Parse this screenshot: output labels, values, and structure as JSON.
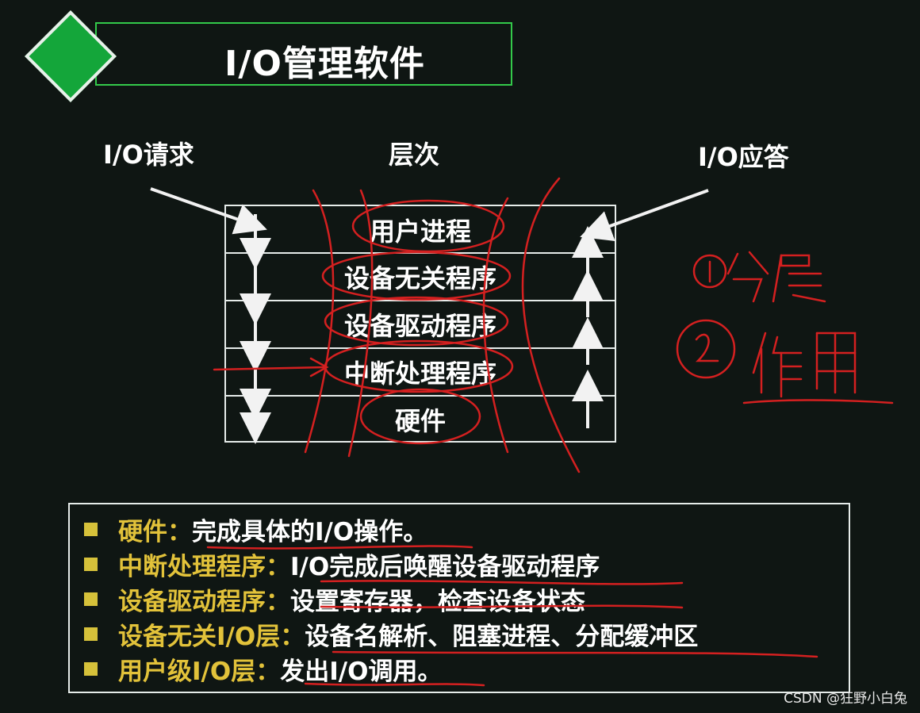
{
  "title": "I/O管理软件",
  "headers": {
    "request": "I/O请求",
    "levels": "层次",
    "response": "I/O应答"
  },
  "layers": [
    "用户进程",
    "设备无关程序",
    "设备驱动程序",
    "中断处理程序",
    "硬件"
  ],
  "descriptions": [
    {
      "term": "硬件：",
      "def": "完成具体的I/O操作。"
    },
    {
      "term": "中断处理程序：",
      "def": "I/O完成后唤醒设备驱动程序"
    },
    {
      "term": "设备驱动程序：",
      "def": "设置寄存器，检查设备状态"
    },
    {
      "term": "设备无关I/O层：",
      "def": "设备名解析、阻塞进程、分配缓冲区"
    },
    {
      "term": "用户级I/O层：",
      "def": "发出I/O调用。"
    }
  ],
  "watermark": "CSDN @狂野小白兔",
  "colors": {
    "background": "#0f1613",
    "accent_green": "#33c94a",
    "term_yellow": "#e2c23a",
    "annotation_red": "#d42020"
  },
  "icons": {
    "slide_marker": "green-diamond-icon",
    "bullet": "yellow-square-bullet-icon"
  }
}
